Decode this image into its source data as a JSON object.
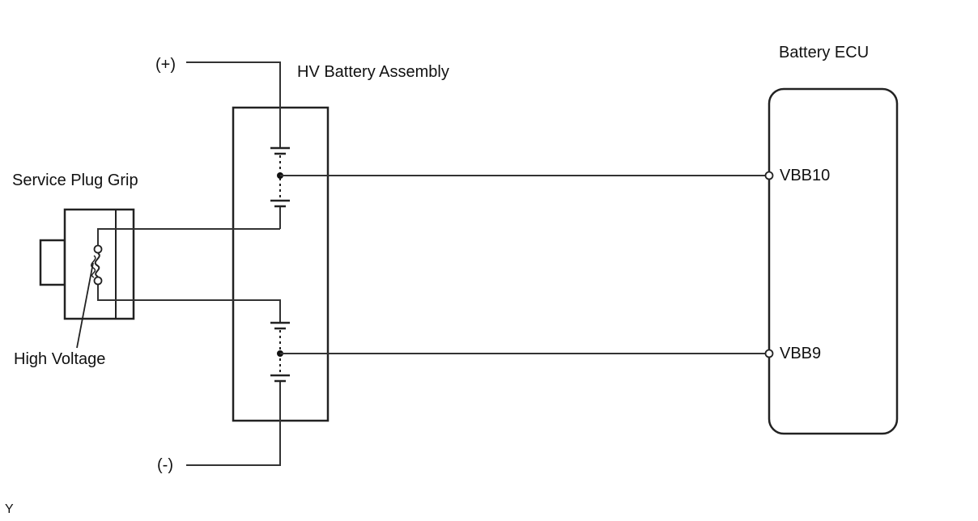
{
  "labels": {
    "hv_battery": "HV Battery Assembly",
    "battery_ecu": "Battery ECU",
    "service_plug": "Service Plug Grip",
    "high_voltage": "High Voltage",
    "positive": "(+)",
    "negative": "(-)",
    "pin_vbb10": "VBB10",
    "pin_vbb9": "VBB9",
    "corner_code": "Y"
  }
}
